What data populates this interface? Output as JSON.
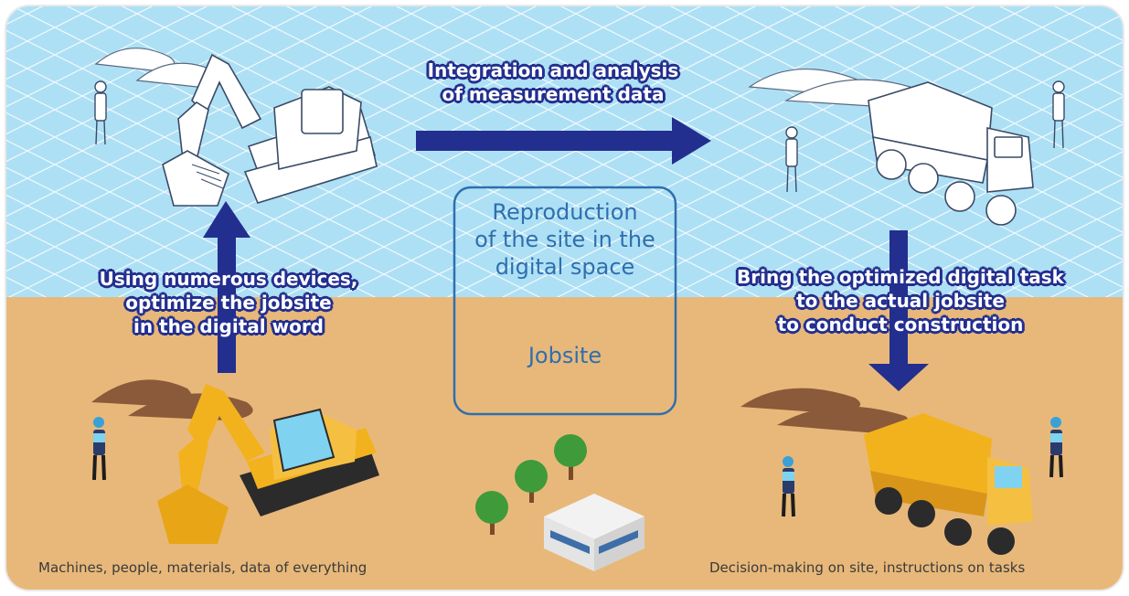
{
  "arrows": {
    "top": {
      "lines": [
        "Integration and analysis",
        "of measurement data"
      ]
    },
    "left": {
      "lines": [
        "Using numerous devices,",
        "optimize the jobsite",
        "in the digital word"
      ]
    },
    "right": {
      "lines": [
        "Bring the optimized digital task",
        "to the actual jobsite",
        "to conduct construction"
      ]
    }
  },
  "center_box": {
    "digital_lines": [
      "Reproduction",
      "of the site in the",
      "digital space"
    ],
    "physical_label": "Jobsite"
  },
  "captions": {
    "bottom_left": "Machines, people, materials, data of everything",
    "bottom_right": "Decision-making on site, instructions on tasks"
  },
  "colors": {
    "digital_sky": "#aee0f5",
    "ground": "#e8b87a",
    "arrow": "#232f8f",
    "box_stroke": "#2f6fae",
    "machine_yellow": "#f2b21e"
  }
}
